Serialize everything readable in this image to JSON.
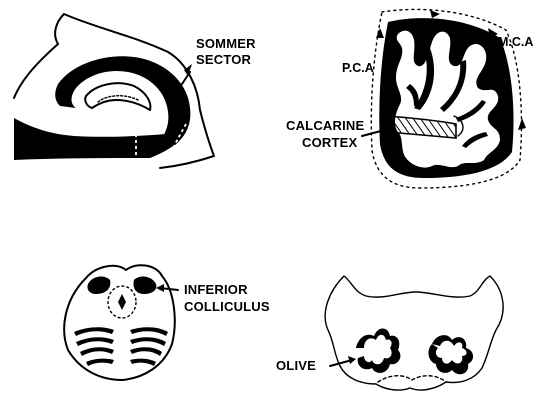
{
  "labels": {
    "sommer_line1": "SOMMER",
    "sommer_line2": "SECTOR",
    "pca": "P.C.A",
    "mca": "M.C.A",
    "calcarine_line1": "CALCARINE",
    "calcarine_line2": "CORTEX",
    "inferior_line1": "INFERIOR",
    "inferior_line2": "COLLICULUS",
    "olive": "OLIVE"
  },
  "colors": {
    "ink": "#000000",
    "paper": "#ffffff"
  }
}
